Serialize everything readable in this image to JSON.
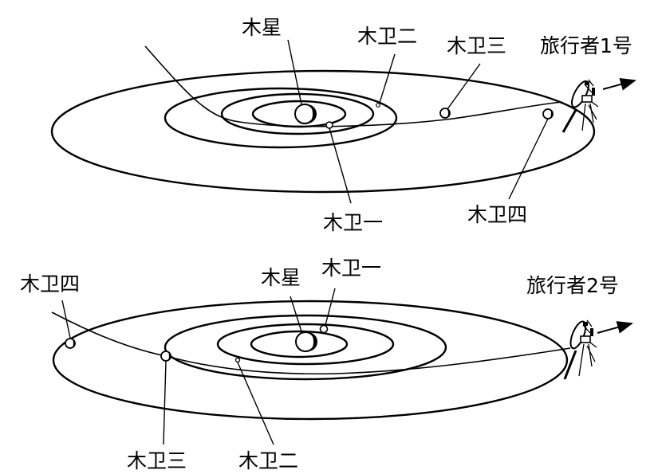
{
  "diagrams": [
    {
      "planet": "木星",
      "spacecraft": "旅行者1号",
      "moons": [
        "木卫一",
        "木卫二",
        "木卫三",
        "木卫四"
      ]
    },
    {
      "planet": "木星",
      "spacecraft": "旅行者2号",
      "moons": [
        "木卫一",
        "木卫二",
        "木卫三",
        "木卫四"
      ]
    }
  ],
  "colors": {
    "ink": "#000000",
    "background": "#ffffff"
  },
  "icons": [
    "jupiter-icon",
    "moon-icon",
    "spacecraft-icon",
    "direction-arrow-icon"
  ]
}
